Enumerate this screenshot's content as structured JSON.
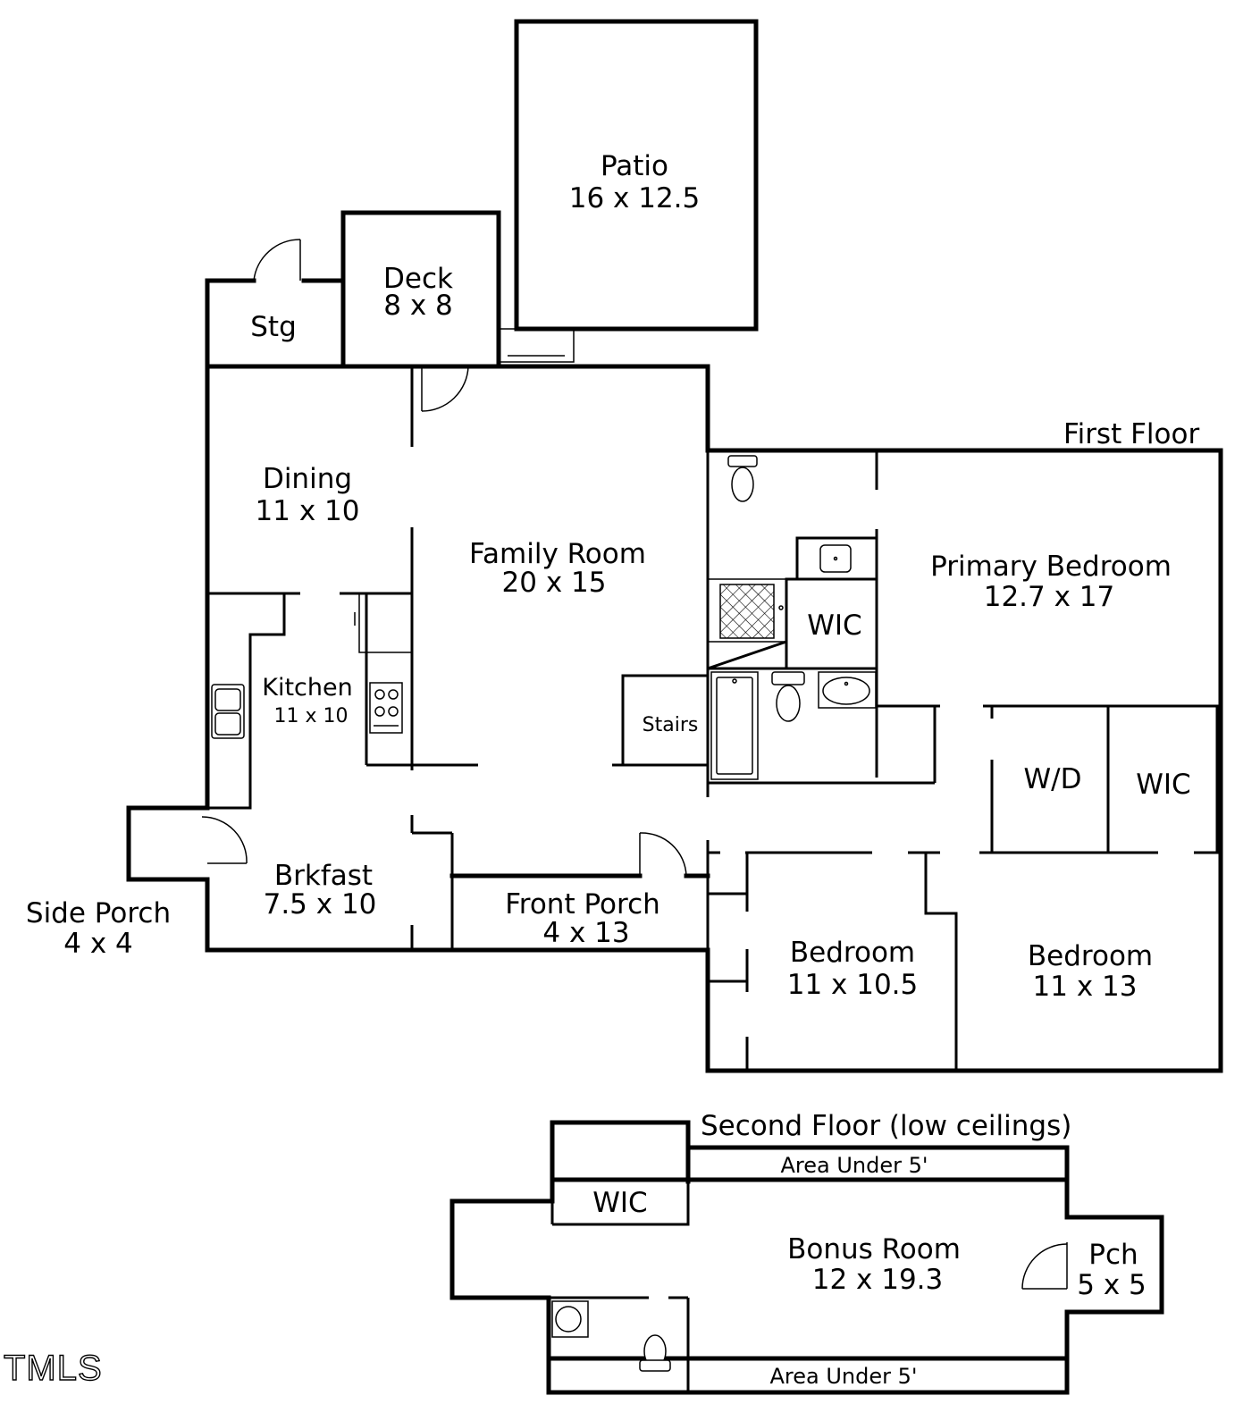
{
  "floors": {
    "first_floor_title": "First Floor",
    "second_floor_title": "Second Floor (low ceilings)"
  },
  "rooms": {
    "patio": {
      "name": "Patio",
      "dims": "16 x 12.5"
    },
    "deck": {
      "name": "Deck",
      "dims": "8 x 8"
    },
    "stg": {
      "name": "Stg"
    },
    "dining": {
      "name": "Dining",
      "dims": "11 x 10"
    },
    "family_room": {
      "name": "Family Room",
      "dims": "20 x 15"
    },
    "kitchen": {
      "name": "Kitchen",
      "dims": "11 x 10"
    },
    "brkfast": {
      "name": "Brkfast",
      "dims": "7.5 x 10"
    },
    "side_porch": {
      "name": "Side Porch",
      "dims": "4 x 4"
    },
    "front_porch": {
      "name": "Front Porch",
      "dims": "4 x 13"
    },
    "stairs": {
      "name": "Stairs"
    },
    "wic_primary": {
      "name": "WIC"
    },
    "primary_bedroom": {
      "name": "Primary Bedroom",
      "dims": "12.7 x 17"
    },
    "wd": {
      "name": "W/D"
    },
    "wic_hall": {
      "name": "WIC"
    },
    "bedroom_1": {
      "name": "Bedroom",
      "dims": "11 x 10.5"
    },
    "bedroom_2": {
      "name": "Bedroom",
      "dims": "11 x 13"
    },
    "wic_second": {
      "name": "WIC"
    },
    "bonus_room": {
      "name": "Bonus Room",
      "dims": "12 x 19.3"
    },
    "pch": {
      "name": "Pch",
      "dims": "5 x 5"
    },
    "area_under_top": {
      "name": "Area Under 5'"
    },
    "area_under_bottom": {
      "name": "Area Under 5'"
    }
  },
  "logo": {
    "text": "TMLS"
  }
}
